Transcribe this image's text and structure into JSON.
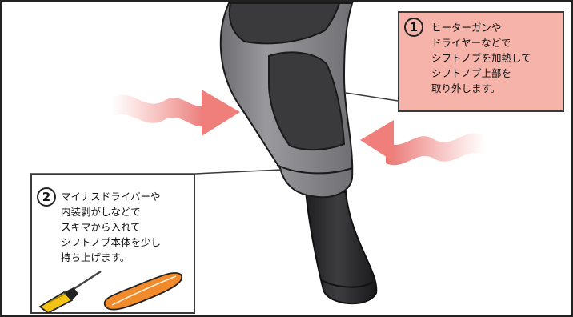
{
  "steps": [
    {
      "number": "1",
      "text": "ヒーターガンや\nドライヤーなどで\nシフトノブを加熱して\nシフトノブ上部を\n取り外します。"
    },
    {
      "number": "2",
      "text": "マイナスドライバーや\n内装剥がしなどで\nスキマから入れて\nシフトノブ本体を少し\n持ち上げます。"
    }
  ],
  "colors": {
    "callout1_bg": "#f6b3aa",
    "heat_arrow": "#f07e7a",
    "knob_grey": "#8c8c8e",
    "knob_dark": "#3a3a3c",
    "tool_orange": "#f08a2a",
    "screwdriver_handle": "#f2c314"
  }
}
